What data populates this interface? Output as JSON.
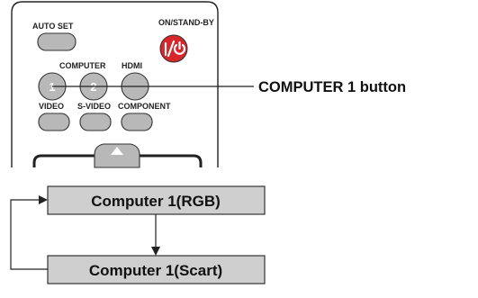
{
  "remote": {
    "auto_set_label": "AUTO SET",
    "on_standby_label": "ON/STAND-BY",
    "computer_label": "COMPUTER",
    "hdmi_label": "HDMI",
    "btn1": "1",
    "btn2": "2",
    "video_label": "VIDEO",
    "svideo_label": "S-VIDEO",
    "component_label": "COMPONENT",
    "power_glyph": "I/⏻"
  },
  "callout": {
    "label": "COMPUTER 1 button"
  },
  "flow": {
    "box1": "Computer 1(RGB)",
    "box2": "Computer 1(Scart)"
  },
  "colors": {
    "power": "#d7262a",
    "button_fill": "#b8b8b8",
    "box_fill": "#cfcfcf"
  }
}
